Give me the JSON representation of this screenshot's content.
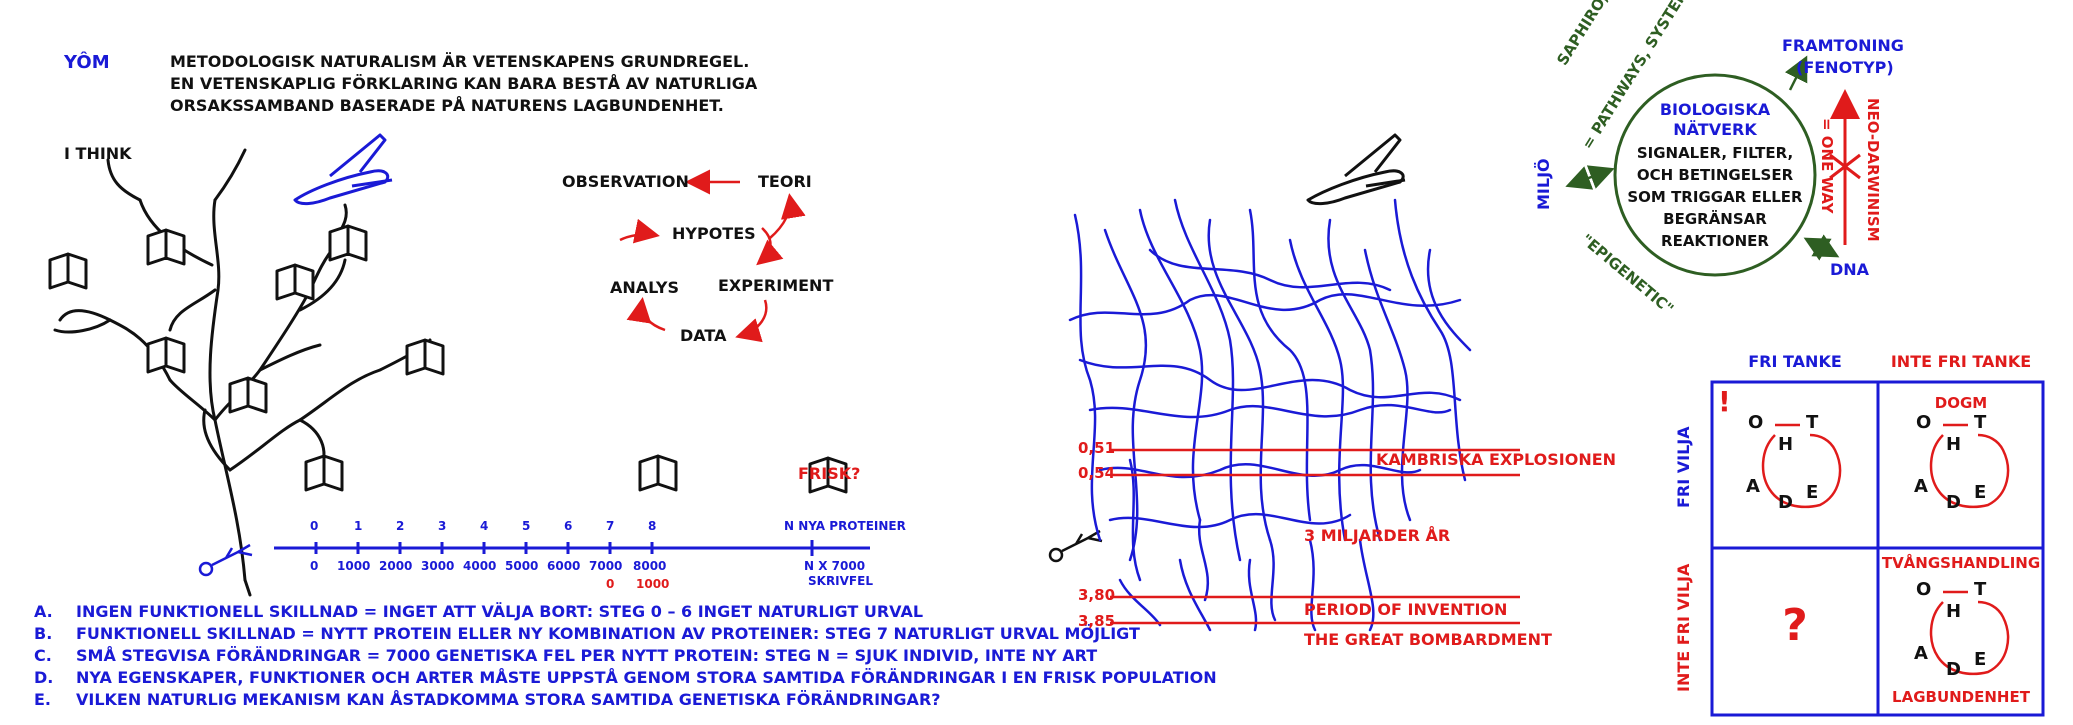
{
  "header": {
    "tag": "Yôm",
    "lines": [
      "Metodologisk naturalism är vetenskapens grundregel.",
      "En vetenskaplig förklaring kan bara bestå av naturliga",
      "orsakssamband baserade på naturens lagbundenhet."
    ],
    "i_think": "I think"
  },
  "cycle": {
    "observation": "Observation",
    "teori": "Teori",
    "hypotes": "Hypotes",
    "analys": "Analys",
    "experiment": "Experiment",
    "data": "Data"
  },
  "timeline": {
    "steps": [
      "0",
      "1",
      "2",
      "3",
      "4",
      "5",
      "6",
      "7",
      "8"
    ],
    "counts": [
      "0",
      "1000",
      "2000",
      "3000",
      "4000",
      "5000",
      "6000",
      "7000",
      "8000"
    ],
    "red_counts": [
      "0",
      "1000"
    ],
    "n_label": "N nya proteiner",
    "n_count": "N x 7000",
    "n_count2": "skrivfel",
    "frisk": "Frisk?"
  },
  "statements": [
    {
      "letter": "A.",
      "text": "Ingen funktionell skillnad = inget att välja bort: steg 0 – 6 inget naturligt urval"
    },
    {
      "letter": "B.",
      "text": "Funktionell skillnad = nytt protein eller ny kombination av proteiner: steg 7 naturligt urval möjligt"
    },
    {
      "letter": "C.",
      "text": "Små stegvisa förändringar = 7000 genetiska fel per nytt protein: steg N = sjuk individ, inte ny art"
    },
    {
      "letter": "D.",
      "text": "Nya egenskaper, funktioner och arter måste uppstå genom stora samtida förändringar i en frisk population"
    },
    {
      "letter": "E.",
      "text": "Vilken naturlig mekanism kan åstadkomma stora samtida genetiska förändringar?"
    }
  ],
  "geo": {
    "v051": "0,51",
    "v054": "0,54",
    "v380": "3,80",
    "v385": "3,85",
    "kambriska": "Kambriska explosionen",
    "tre_miljarder": "3 miljarder år",
    "invention": "Period of invention",
    "bombardment": "The great bombardment"
  },
  "network": {
    "circle_title": [
      "Biologiska",
      "nätverk"
    ],
    "circle_body": [
      "Signaler, filter,",
      "och betingelser",
      "som triggar eller",
      "begränsar",
      "reaktioner"
    ],
    "saphiro": "Saphiro, Noble",
    "pathways": "= Pathways, Systems",
    "miljo": "Miljö",
    "epigenetic": "\"Epigenetic\"",
    "framtoning": "Framtoning",
    "fenotyp": "(fenotyp)",
    "dna": "DNA",
    "neo": "Neo-darwinism",
    "oneway": "= One way"
  },
  "grid": {
    "col1": "Fri tanke",
    "col2": "Inte Fri tanke",
    "row1": "Fri vilja",
    "row2": "Inte Fri vilja",
    "excl": "!",
    "dogm": "Dogm",
    "q": "?",
    "tvang": "Tvångshandling",
    "lag": "Lagbundenhet",
    "letters": [
      "O",
      "T",
      "H",
      "A",
      "D",
      "E"
    ]
  },
  "colors": {
    "blue": "#1a1ad6",
    "red": "#e01b1b",
    "green": "#2e5e22",
    "black": "#111111"
  }
}
